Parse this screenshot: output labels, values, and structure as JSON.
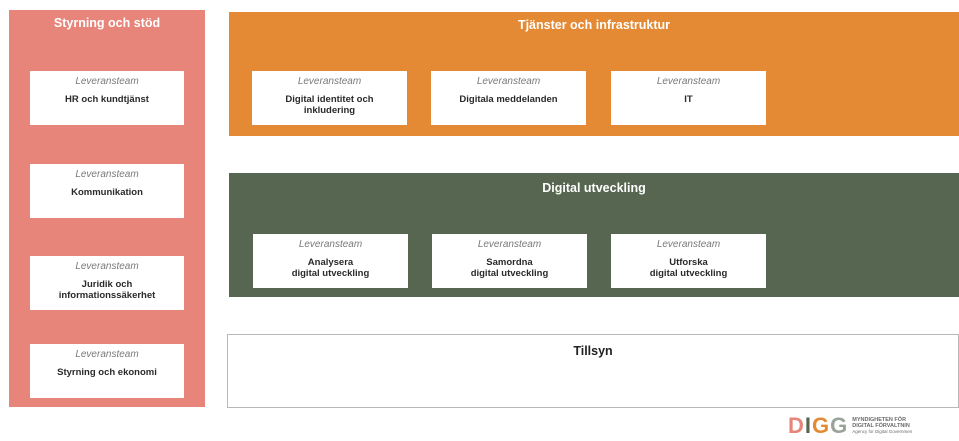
{
  "colors": {
    "left_panel": "#e8857a",
    "orange_panel": "#e48a35",
    "green_panel": "#566651",
    "card": "#ffffff"
  },
  "left_panel": {
    "title": "Styrning och stöd",
    "cards": [
      {
        "kicker": "Leveransteam",
        "name": "HR och kundtjänst"
      },
      {
        "kicker": "Leveransteam",
        "name": "Kommunikation"
      },
      {
        "kicker": "Leveransteam",
        "name": "Juridik och\ninformationssäkerhet"
      },
      {
        "kicker": "Leveransteam",
        "name": "Styrning och ekonomi"
      }
    ]
  },
  "orange_panel": {
    "title": "Tjänster och infrastruktur",
    "cards": [
      {
        "kicker": "Leveransteam",
        "name": "Digital identitet och\ninkludering"
      },
      {
        "kicker": "Leveransteam",
        "name": "Digitala meddelanden"
      },
      {
        "kicker": "Leveransteam",
        "name": "IT"
      }
    ]
  },
  "green_panel": {
    "title": "Digital utveckling",
    "cards": [
      {
        "kicker": "Leveransteam",
        "name": "Analysera\ndigital utveckling"
      },
      {
        "kicker": "Leveransteam",
        "name": "Samordna\ndigital utveckling"
      },
      {
        "kicker": "Leveransteam",
        "name": "Utforska\ndigital utveckling"
      }
    ]
  },
  "tillsyn_panel": {
    "title": "Tillsyn"
  },
  "logo": {
    "letters": [
      "D",
      "I",
      "G",
      "G"
    ],
    "line1": "MYNDIGHETEN FÖR",
    "line2": "DIGITAL FÖRVALTNIN",
    "line3": "Agency for Digital Governmen"
  }
}
